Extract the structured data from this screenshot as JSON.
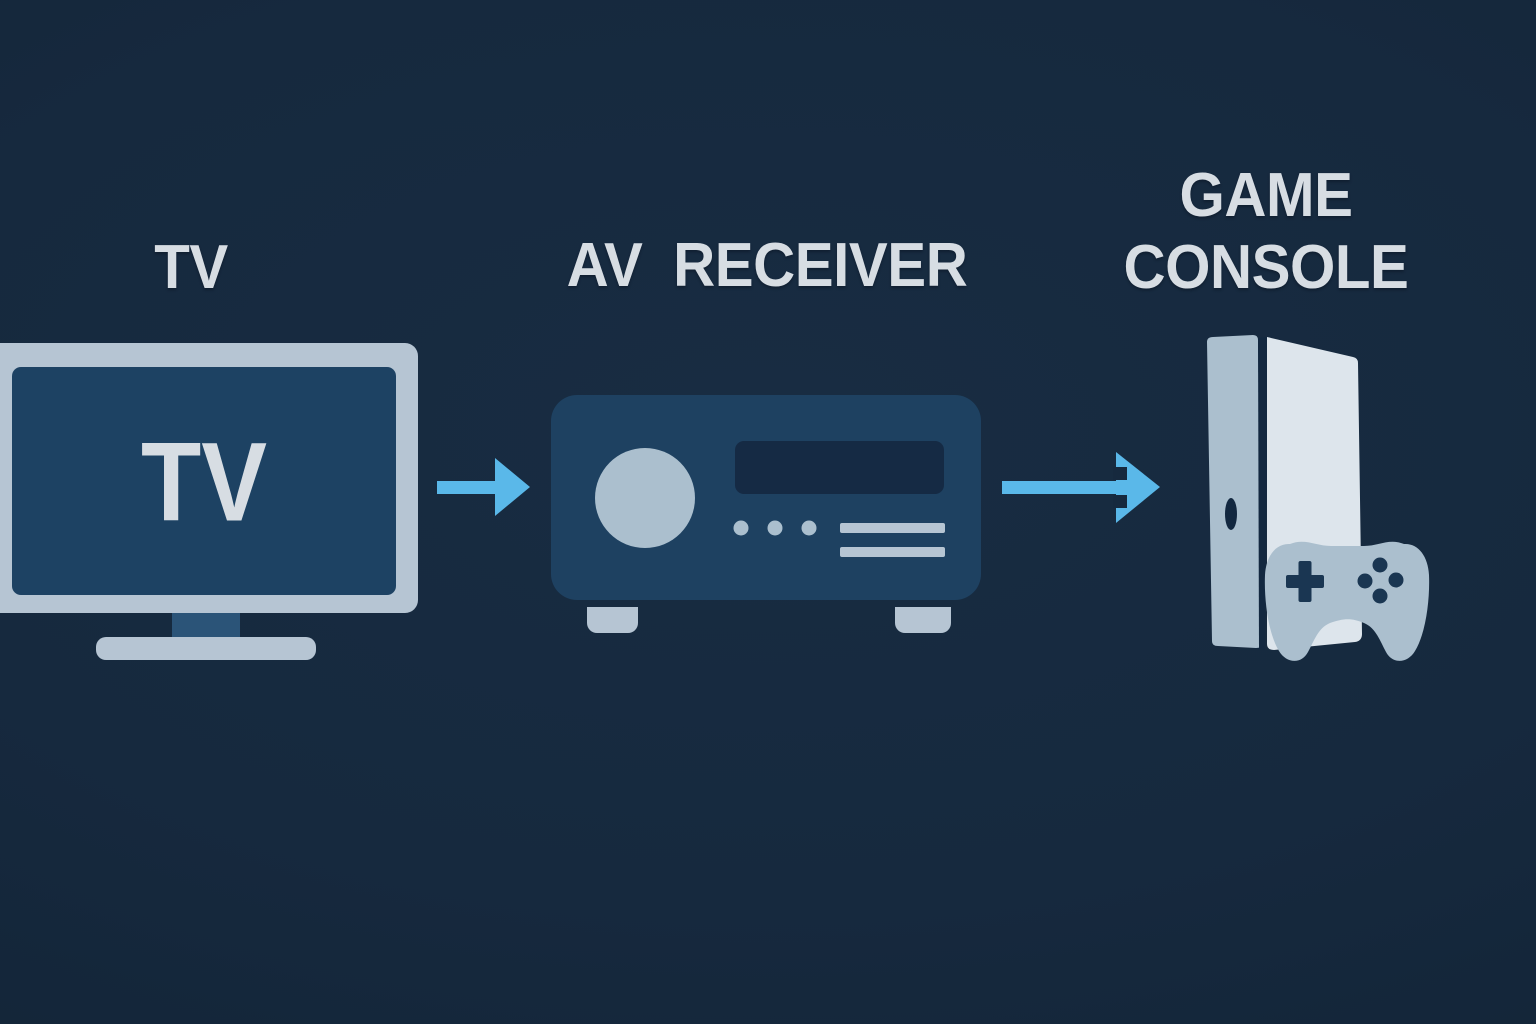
{
  "colors": {
    "bg": "#16293e",
    "bg-hi": "#182c42",
    "bg-lo": "#132538",
    "text": "#d7dde3",
    "panel-light": "#b6c5d3",
    "panel-mid": "#abbfce",
    "panel-lightest": "#dde5ec",
    "screen-blue": "#1d4263",
    "receiver-blue": "#1e4161",
    "neck-blue": "#2b5478",
    "display-dark": "#152a44",
    "detail-dark": "#132840",
    "pad-dark": "#1a3652",
    "arrow-blue": "#5ab8e9"
  },
  "nodes": {
    "tv": {
      "label": "TV",
      "screen_text": "TV"
    },
    "receiver": {
      "label": "AV RECEIVER"
    },
    "console": {
      "label": "GAME CONSOLE",
      "lines": [
        "GAME",
        "CONSOLE"
      ]
    }
  },
  "connections": [
    {
      "from": "TV",
      "to": "AV RECEIVER",
      "direction": "right"
    },
    {
      "from": "AV RECEIVER",
      "to": "GAME CONSOLE",
      "direction": "right"
    }
  ]
}
